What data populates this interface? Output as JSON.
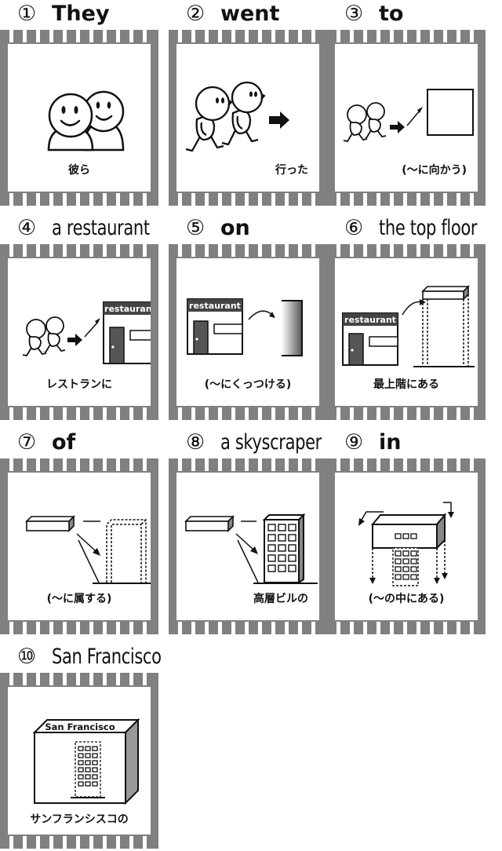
{
  "cells": [
    {
      "num": "①",
      "word": "They",
      "caption": "彼ら"
    },
    {
      "num": "②",
      "word": "went",
      "caption": "行った"
    },
    {
      "num": "③",
      "word": "to",
      "caption": "(〜に向かう)"
    },
    {
      "num": "④",
      "word": "a restaurant",
      "caption": "レストランに",
      "sign": "restaurant"
    },
    {
      "num": "⑤",
      "word": "on",
      "caption": "(〜にくっつける)",
      "sign": "restaurant"
    },
    {
      "num": "⑥",
      "word": "the top floor",
      "caption": "最上階にある",
      "sign": "restaurant"
    },
    {
      "num": "⑦",
      "word": "of",
      "caption": "(〜に属する)"
    },
    {
      "num": "⑧",
      "word": "a skyscraper",
      "caption": "高層ビルの"
    },
    {
      "num": "⑨",
      "word": "in",
      "caption": "(〜の中にある)"
    },
    {
      "num": "⑩",
      "word": "San Francisco",
      "caption": "サンフランシスコの",
      "sign": "San Francisco"
    }
  ]
}
